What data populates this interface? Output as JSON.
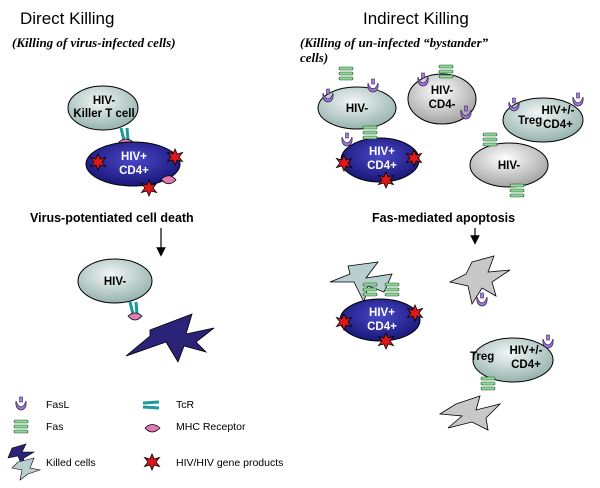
{
  "direct": {
    "title": "Direct Killing",
    "subtitle": "(Killing of virus-infected cells)",
    "killer_line1": "HIV-",
    "killer_line2": "Killer T cell",
    "target_line1": "HIV+",
    "target_line2": "CD4+",
    "process": "Virus-potentiated  cell death",
    "effector": "HIV-"
  },
  "indirect": {
    "title": "Indirect Killing",
    "subtitle_line1": "(Killing of un-infected “bystander”",
    "subtitle_line2": "cells)",
    "cell_a": "HIV-",
    "cell_b_line1": "HIV-",
    "cell_b_line2": "CD4-",
    "cell_c_line1": "HIV+/-",
    "cell_c_line2": "CD4+",
    "cell_c_prefix": "Treg",
    "cell_d_line1": "HIV+",
    "cell_d_line2": "CD4+",
    "cell_e": "HIV-",
    "process": "Fas-mediated  apoptosis",
    "after_d_line1": "HIV+",
    "after_d_line2": "CD4+",
    "after_treg_prefix": "Treg",
    "after_treg_line1": "HIV+/-",
    "after_treg_line2": "CD4+"
  },
  "legend": {
    "fasl": "FasL",
    "fas": "Fas",
    "killed": "Killed cells",
    "tcr": "TcR",
    "mhc": "MHC Receptor",
    "hiv": "HIV/HIV gene products"
  },
  "colors": {
    "gray_cell": "#a9c2bf",
    "infected_cell": "#1c1a8c",
    "fasl": "#a47ed6",
    "fas": "#8fd49a",
    "tcr": "#1a9b9b",
    "mhc": "#e07ab4",
    "hiv_star": "#e0181a",
    "killed_dark": "#2a2378",
    "killed_light": "#b7cfcf"
  }
}
